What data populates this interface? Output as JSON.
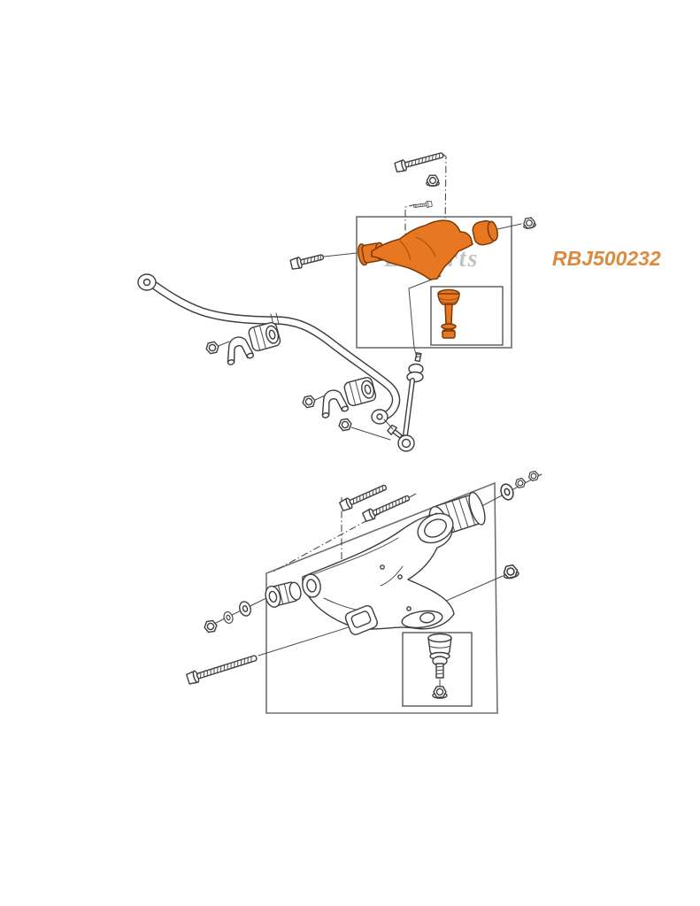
{
  "page": {
    "background_color": "#ffffff"
  },
  "labels": {
    "part_number": "RBJ500232",
    "part_number_color": "#DB8A40",
    "watermark": "LKparts",
    "watermark_color": "#B9B9B9"
  },
  "colors": {
    "highlight": "#E87722",
    "highlight_outline": "#7A3A05",
    "line": "#3D3D3D",
    "box_border": "#707070"
  },
  "components": {
    "upper_assembly": [
      {
        "name": "stabilizer-bar",
        "count": 1
      },
      {
        "name": "stabilizer-bar-clamp",
        "count": 2
      },
      {
        "name": "stabilizer-bar-bush",
        "count": 2
      },
      {
        "name": "clamp-nut",
        "count": 2
      },
      {
        "name": "stabilizer-link",
        "count": 1
      },
      {
        "name": "link-nut",
        "count": 1
      },
      {
        "name": "upper-control-arm",
        "count": 1,
        "highlighted": true
      },
      {
        "name": "upper-arm-bushing",
        "count": 2,
        "highlighted": true
      },
      {
        "name": "upper-ball-joint",
        "count": 1,
        "highlighted": true
      },
      {
        "name": "mounting-bolt",
        "count": 3
      },
      {
        "name": "flange-nut",
        "count": 3
      }
    ],
    "lower_assembly": [
      {
        "name": "lower-control-arm",
        "count": 1
      },
      {
        "name": "mounting-bolt",
        "count": 2
      },
      {
        "name": "front-long-bolt",
        "count": 1
      },
      {
        "name": "front-bushing",
        "count": 1
      },
      {
        "name": "rear-bushing",
        "count": 1
      },
      {
        "name": "washer",
        "count": 3
      },
      {
        "name": "flange-nut",
        "count": 4
      },
      {
        "name": "lower-ball-joint",
        "count": 1
      }
    ]
  }
}
